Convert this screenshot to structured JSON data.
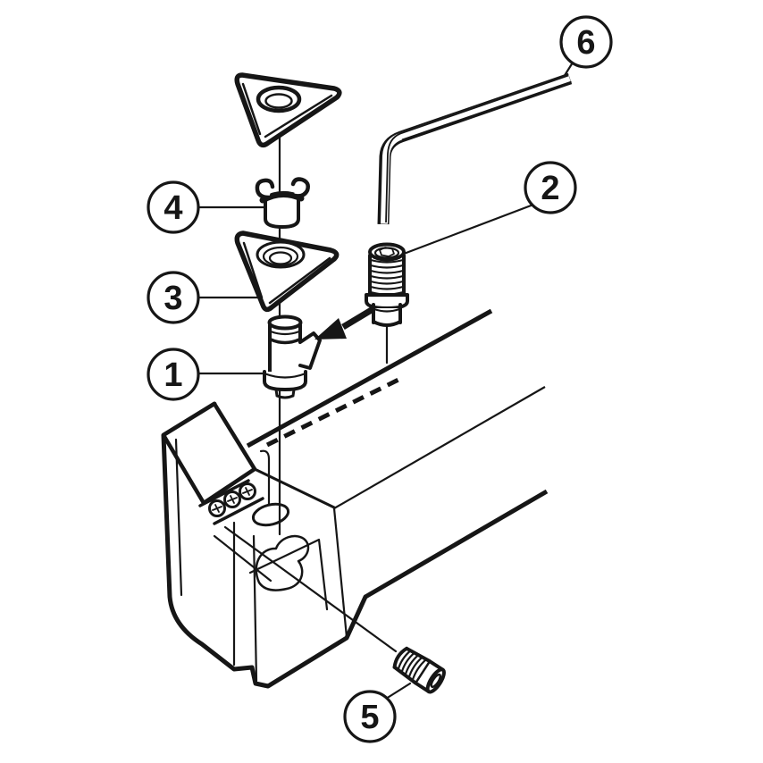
{
  "diagram": {
    "kind": "exploded-assembly line drawing",
    "background_color": "#ffffff",
    "line_color": "#161616"
  },
  "callouts": [
    {
      "label": "1"
    },
    {
      "label": "2"
    },
    {
      "label": "3"
    },
    {
      "label": "4"
    },
    {
      "label": "5"
    },
    {
      "label": "6"
    }
  ]
}
